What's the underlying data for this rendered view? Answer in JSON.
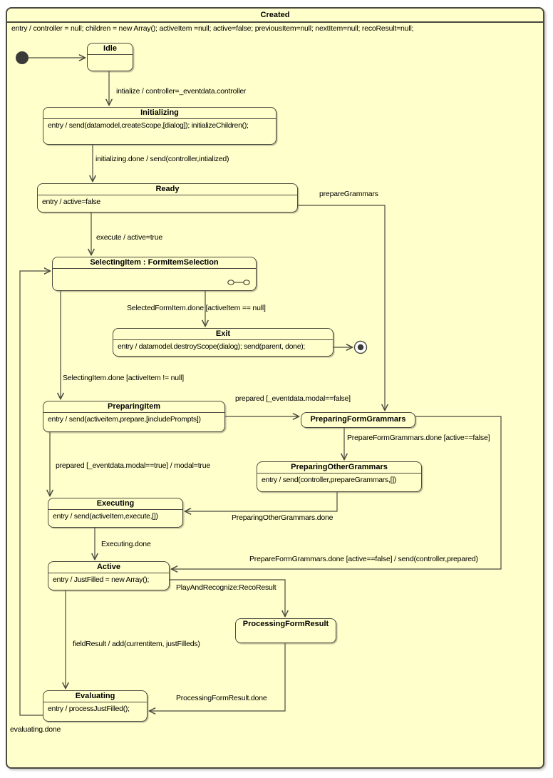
{
  "diagram": {
    "title": "Created",
    "entry_action": "entry / controller = null; children = new Array(); activeItem =null; active=false; previousItem=null; nextItem=null; recoResult=null;"
  },
  "states": {
    "idle": {
      "name": "Idle"
    },
    "initializing": {
      "name": "Initializing",
      "entry": "entry / send(datamodel,createScope,[dialog]); initializeChildren();"
    },
    "ready": {
      "name": "Ready",
      "entry": "entry / active=false"
    },
    "selecting_item": {
      "name": "SelectingItem : FormItemSelection"
    },
    "exit": {
      "name": "Exit",
      "entry": "entry / datamodel.destroyScope(dialog); send(parent, done);"
    },
    "preparing_item": {
      "name": "PreparingItem",
      "entry": "entry / send(activeitem,prepare,[includePrompts])"
    },
    "preparing_form_grammars": {
      "name": "PreparingFormGrammars"
    },
    "preparing_other_grammars": {
      "name": "PreparingOtherGrammars",
      "entry": "entry / send(controller,prepareGrammars,[])"
    },
    "executing": {
      "name": "Executing",
      "entry": "entry / send(activeItem,execute,[])"
    },
    "active": {
      "name": "Active",
      "entry": "entry / JustFilled = new Array();"
    },
    "processing_form_result": {
      "name": "ProcessingFormResult"
    },
    "evaluating": {
      "name": "Evaluating",
      "entry": "entry / processJustFilled();"
    }
  },
  "transitions": {
    "initialize": "intialize / controller=_eventdata.controller",
    "initializing_done": "initializing.done / send(controller,intialized)",
    "execute": "execute / active=true",
    "prepare_grammars": "prepareGrammars",
    "selected_form_item_done": "SelectedFormItem.done [activeItem == null]",
    "selecting_item_done": "SelectingItem.done [activeItem != null]",
    "prepared_modal_false": "prepared [_eventdata.modal==false]",
    "prepared_modal_true": "prepared [_eventdata.modal==true] / modal=true",
    "prepare_form_grammars_done": "PrepareFormGrammars.done [active==false]",
    "preparing_other_grammars_done": "PreparingOtherGrammars.done",
    "prepare_form_grammars_done_send": "PrepareFormGrammars.done [active==false] / send(controller,prepared)",
    "executing_done": "Executing.done",
    "play_and_recognize": "PlayAndRecognize:RecoResult",
    "field_result": "fieldResult / add(currentitem, justFilleds)",
    "processing_form_result_done": "ProcessingFormResult.done",
    "evaluating_done": "evaluating.done"
  },
  "colors": {
    "background": "#FFFFCB",
    "line": "#4A4A40",
    "text": "#000000"
  }
}
